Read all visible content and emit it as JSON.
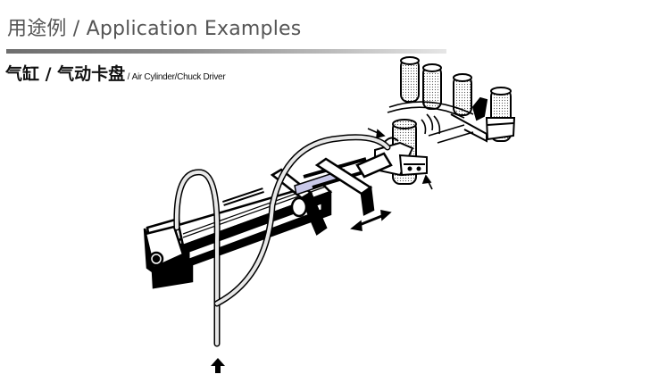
{
  "header": {
    "title": "用途例 / Application Examples"
  },
  "section": {
    "title_cn": "气缸 / 气动卡盘",
    "title_en": " / Air Cylinder/Chuck Driver"
  },
  "illustration": {
    "subject": "air-cylinder-chuck-driver",
    "colors": {
      "ink": "#000000",
      "tube": "#e8e8e8",
      "highlight": "#c8c8e8"
    }
  }
}
